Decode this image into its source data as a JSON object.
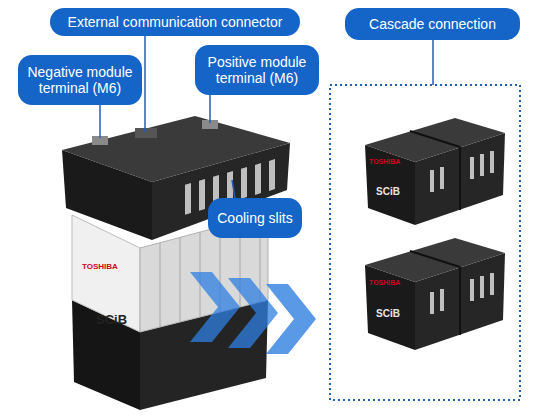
{
  "diagram": {
    "nodes": [
      {
        "text": [
          "External communication connector"
        ]
      },
      {
        "text": [
          "Cascade connection"
        ]
      },
      {
        "text": [
          "Negative module terminal (M6)"
        ]
      },
      {
        "text": [
          "Positive module terminal (M6)"
        ]
      },
      {
        "text": [
          "Cooling slits"
        ]
      }
    ],
    "labels": [
      "TOSHIBA",
      "SCiB",
      "TOSHIBA",
      "SCiB",
      "TOSHIBA",
      "SCiB"
    ]
  }
}
